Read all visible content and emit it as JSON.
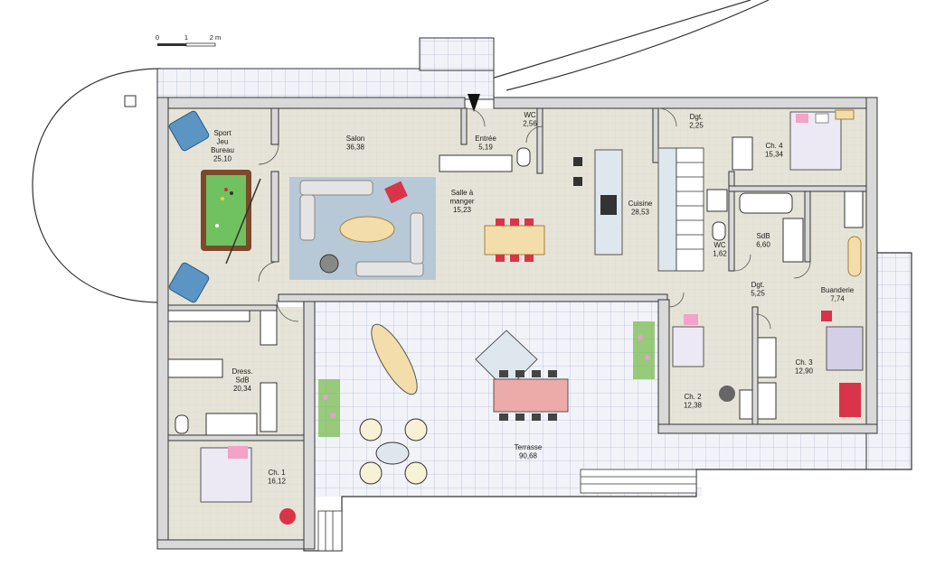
{
  "scale_bar": {
    "labels": [
      "0",
      "1",
      "2 m"
    ]
  },
  "rooms": {
    "sport": {
      "lines": [
        "Sport",
        "Jeu",
        "Bureau",
        "25,10"
      ]
    },
    "salon": {
      "lines": [
        "Salon",
        "36,38"
      ]
    },
    "entree": {
      "lines": [
        "Entrée",
        "5,19"
      ]
    },
    "wc1": {
      "lines": [
        "WC",
        "2,56"
      ]
    },
    "salle_manger": {
      "lines": [
        "Salle à",
        "manger",
        "15,23"
      ]
    },
    "cuisine": {
      "lines": [
        "Cuisine",
        "28,53"
      ]
    },
    "dgt1": {
      "lines": [
        "Dgt.",
        "2,25"
      ]
    },
    "ch4": {
      "lines": [
        "Ch. 4",
        "15,34"
      ]
    },
    "wc2": {
      "lines": [
        "WC",
        "1,62"
      ]
    },
    "sdb": {
      "lines": [
        "SdB",
        "6,60"
      ]
    },
    "dgt2": {
      "lines": [
        "Dgt.",
        "5,25"
      ]
    },
    "buanderie": {
      "lines": [
        "Buanderie",
        "7,74"
      ]
    },
    "dress": {
      "lines": [
        "Dress.",
        "SdB",
        "20,34"
      ]
    },
    "ch1": {
      "lines": [
        "Ch. 1",
        "16,12"
      ]
    },
    "ch2": {
      "lines": [
        "Ch. 2",
        "12,38"
      ]
    },
    "ch3": {
      "lines": [
        "Ch. 3",
        "12,90"
      ]
    },
    "terrasse": {
      "lines": [
        "Terrasse",
        "90,68"
      ]
    }
  },
  "colors": {
    "floor": "#e6e4d8",
    "terrace": "#f2f3f9",
    "wall": "#3c3c3c",
    "rug": "#b7c9d6",
    "pool_table": "#6fc25f",
    "sofa": "#e4e4e4",
    "dining_table": "#f3ddaa",
    "chair_red": "#d93448",
    "plant": "#7fbf5a",
    "flower": "#e59fd1",
    "armchair": "#5a95c4",
    "pink": "#f2a3c7",
    "bed": "#ece9f5",
    "terrace_table": "#ecaaa8"
  }
}
